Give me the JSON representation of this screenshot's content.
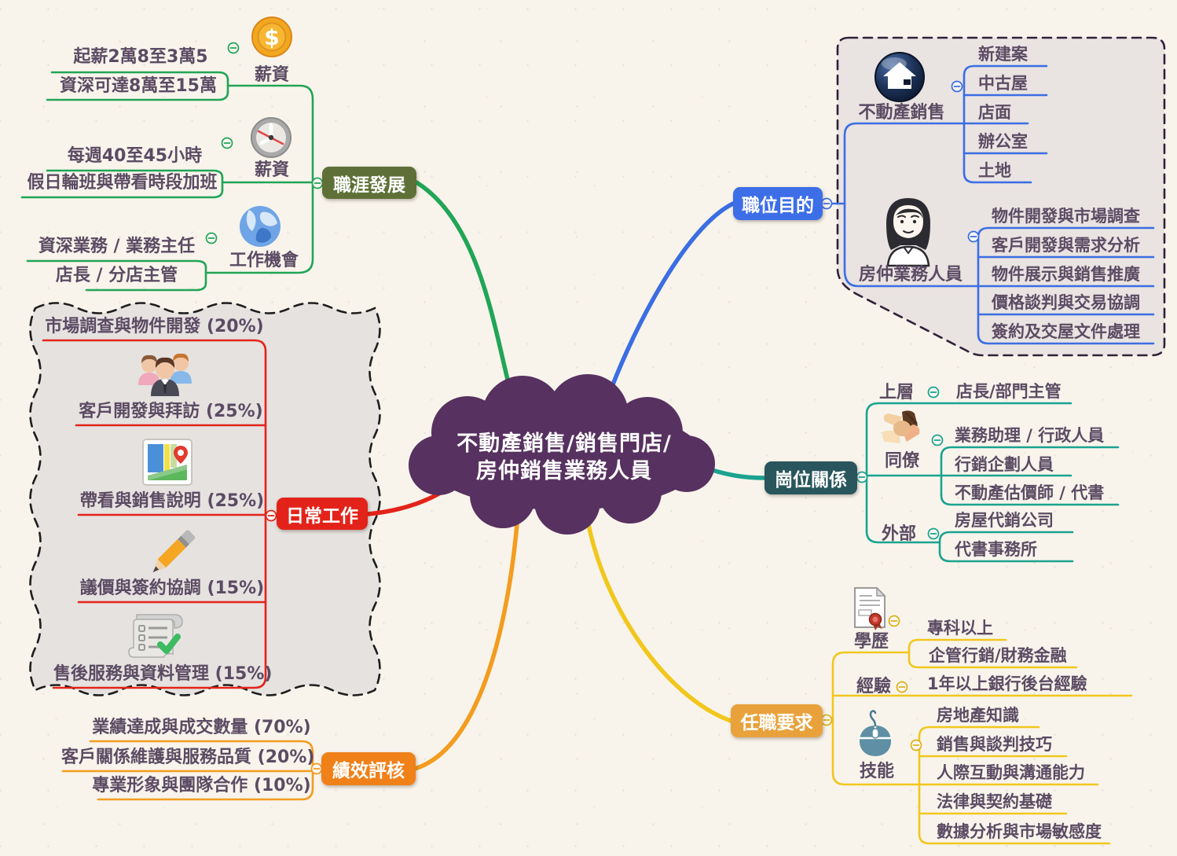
{
  "center": {
    "line1": "不動產銷售/銷售門店/",
    "line2": "房仲銷售業務人員"
  },
  "branches": {
    "career": {
      "label": "職涯發展",
      "color": "#21A556",
      "label_bg": "#5E7037",
      "nodes": {
        "salary_coin": {
          "label": "薪資",
          "icon": "coin-icon",
          "items": [
            "起薪2萬8至3萬5",
            "資深可達8萬至15萬"
          ]
        },
        "salary_clock": {
          "label": "薪資",
          "icon": "clock-icon",
          "items": [
            "每週40至45小時",
            "假日輪班與帶看時段加班"
          ]
        },
        "opportunity": {
          "label": "工作機會",
          "icon": "globe-icon",
          "items": [
            "資深業務 / 業務主任",
            "店長 / 分店主管"
          ]
        }
      }
    },
    "purpose": {
      "label": "職位目的",
      "color": "#3B6EE2",
      "label_bg": "#3D6EE8",
      "nodes": {
        "property_sales": {
          "label": "不動產銷售",
          "icon": "house-icon",
          "items": [
            "新建案",
            "中古屋",
            "店面",
            "辦公室",
            "土地"
          ]
        },
        "agent": {
          "label": "房仲業務人員",
          "icon": "agent-avatar-icon",
          "items": [
            "物件開發與市場調查",
            "客戶開發與需求分析",
            "物件展示與銷售推廣",
            "價格談判與交易協調",
            "簽約及交屋文件處理"
          ]
        }
      }
    },
    "daily": {
      "label": "日常工作",
      "color": "#E3231A",
      "label_bg": "#E3231A",
      "items": [
        "市場調查與物件開發 (20%)",
        "客戶開發與拜訪 (25%)",
        "帶看與銷售說明 (25%)",
        "議價與簽約協調 (15%)",
        "售後服務與資料管理 (15%)"
      ],
      "item_icons": [
        "",
        "team-icon",
        "map-icon",
        "pencil-icon",
        "checklist-icon"
      ]
    },
    "relations": {
      "label": "崗位關係",
      "color": "#1AA38F",
      "label_bg": "#28565C",
      "nodes": {
        "upper": {
          "label": "上層",
          "items": [
            "店長/部門主管"
          ]
        },
        "peers": {
          "label": "同僚",
          "icon": "hands-icon",
          "items": [
            "業務助理 / 行政人員",
            "行銷企劃人員",
            "不動產估價師 / 代書"
          ]
        },
        "external": {
          "label": "外部",
          "items": [
            "房屋代銷公司",
            "代書事務所"
          ]
        }
      }
    },
    "performance": {
      "label": "績效評核",
      "color": "#F39C1F",
      "label_bg": "#F08018",
      "items": [
        "業績達成與成交數量 (70%)",
        "客戶關係維護與服務品質 (20%)",
        "專業形象與團隊合作 (10%)"
      ]
    },
    "requirements": {
      "label": "任職要求",
      "color": "#F2C71D",
      "label_bg": "#E9A23B",
      "nodes": {
        "education": {
          "label": "學歷",
          "icon": "diploma-icon",
          "items": [
            "專科以上",
            "企管行銷/財務金融"
          ]
        },
        "experience": {
          "label": "經驗",
          "items": [
            "1年以上銀行後台經驗"
          ]
        },
        "skills": {
          "label": "技能",
          "icon": "mouse-icon",
          "items": [
            "房地產知識",
            "銷售與談判技巧",
            "人際互動與溝通能力",
            "法律與契約基礎",
            "數據分析與市場敏感度"
          ]
        }
      }
    }
  },
  "colors": {
    "background": "#F8F4EC",
    "text": "#5C4B63",
    "cloud": "#57315F",
    "left_region_fill": "#E5E2E0",
    "right_region_fill": "#E9E3E2"
  }
}
